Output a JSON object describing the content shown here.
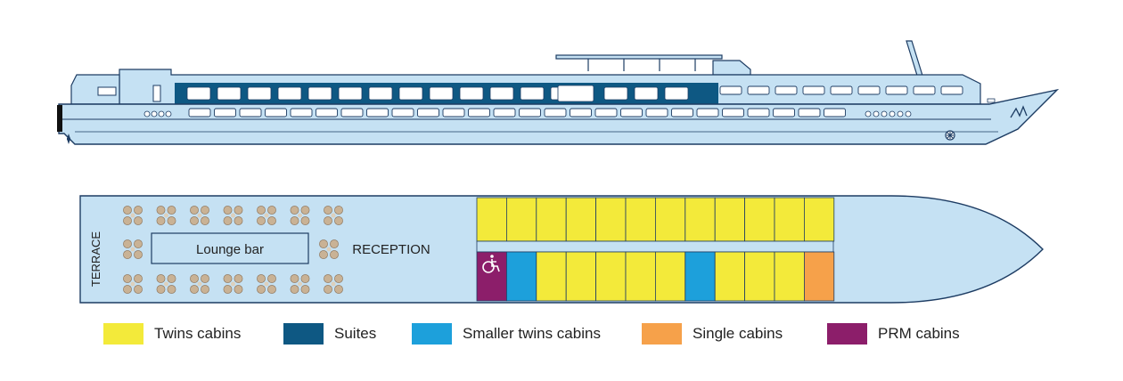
{
  "deck_plan": {
    "labels": {
      "terrace": "TERRACE",
      "lounge_bar": "Lounge bar",
      "reception": "RECEPTION"
    }
  },
  "colors": {
    "hull_fill": "#c5e1f3",
    "hull_stroke": "#1d3c63",
    "deck_fill": "#c5e1f3",
    "twins": "#f3ea3a",
    "suites": "#0e5883",
    "smaller_twins": "#1da0db",
    "single": "#f6a14a",
    "prm": "#8c1e6a",
    "chair": "#c9b295",
    "window_band": "#0e5883"
  },
  "cabins": {
    "top_row": [
      "twins",
      "twins",
      "twins",
      "twins",
      "twins",
      "twins",
      "twins",
      "twins",
      "twins",
      "twins",
      "twins",
      "twins"
    ],
    "bottom_row": [
      "prm",
      "smaller_twins",
      "twins",
      "twins",
      "twins",
      "twins",
      "twins",
      "smaller_twins",
      "twins",
      "twins",
      "twins",
      "single"
    ]
  },
  "legend": [
    {
      "key": "twins",
      "label": "Twins cabins"
    },
    {
      "key": "suites",
      "label": "Suites"
    },
    {
      "key": "smaller_twins",
      "label": "Smaller twins cabins"
    },
    {
      "key": "single",
      "label": "Single cabins"
    },
    {
      "key": "prm",
      "label": "PRM cabins"
    }
  ],
  "icons": {
    "wheelchair": "wheelchair-icon",
    "propeller": "propeller-icon",
    "anchor": "anchor-icon"
  }
}
